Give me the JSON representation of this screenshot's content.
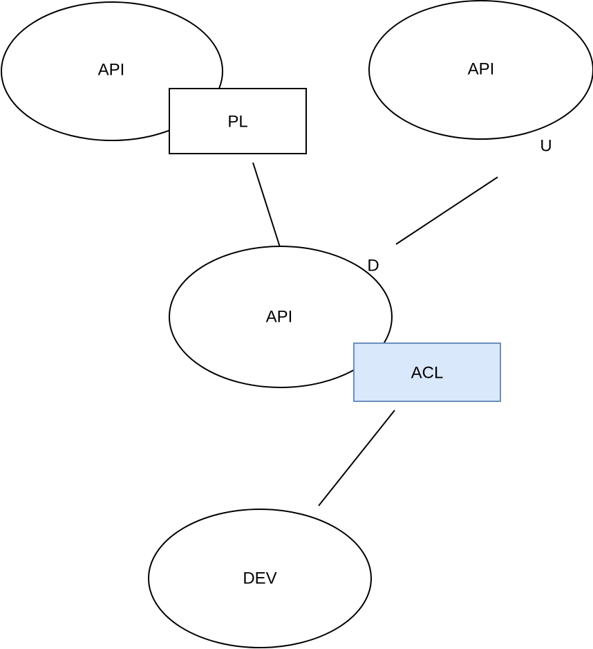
{
  "diagram": {
    "nodes": {
      "api_top_left": {
        "label": "API",
        "shape": "ellipse"
      },
      "pl": {
        "label": "PL",
        "shape": "rectangle"
      },
      "api_top_right": {
        "label": "API",
        "shape": "ellipse"
      },
      "api_center": {
        "label": "API",
        "shape": "ellipse"
      },
      "acl": {
        "label": "ACL",
        "shape": "rectangle"
      },
      "dev": {
        "label": "DEV",
        "shape": "ellipse"
      }
    },
    "floating_labels": {
      "u": "U",
      "d": "D"
    },
    "colors": {
      "shape_fill": "#ffffff",
      "shape_stroke": "#000000",
      "acl_fill": "#dae8fc",
      "acl_stroke": "#6c8ebf",
      "connector": "#000000",
      "text": "#000000",
      "background": "#ffffff"
    }
  }
}
